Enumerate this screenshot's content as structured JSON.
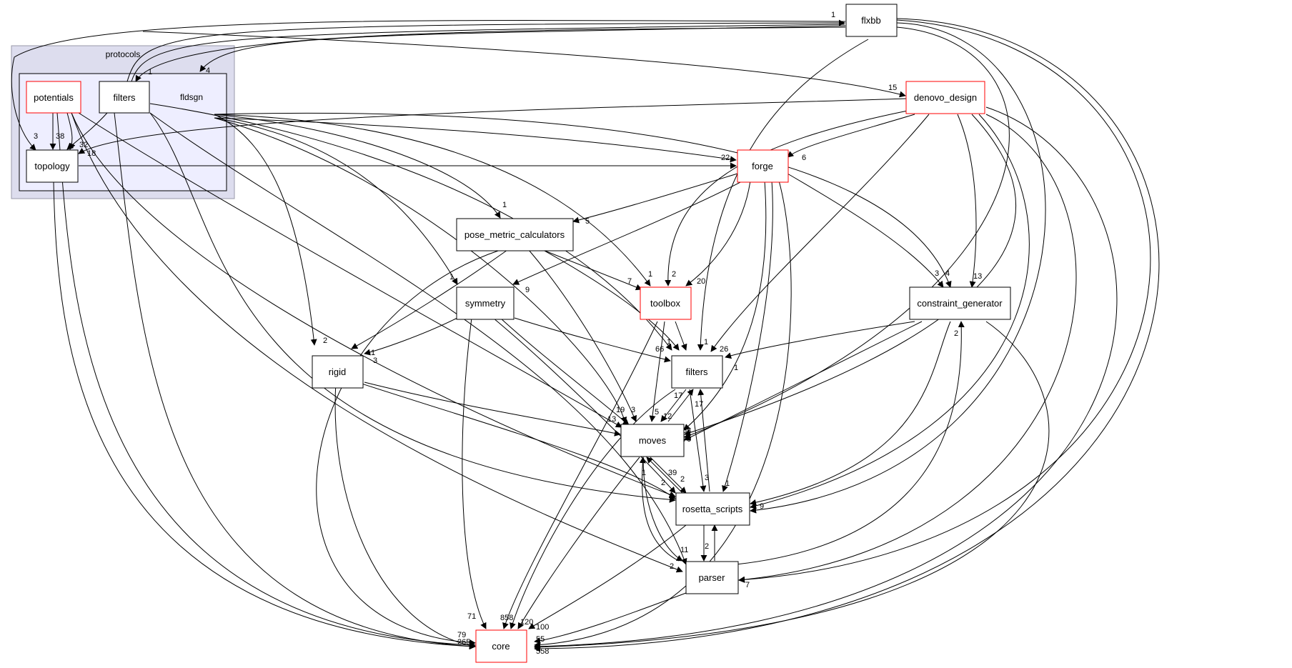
{
  "graph": {
    "clusters": {
      "protocols": {
        "label": "protocols",
        "fill": "#ddddee",
        "stroke": "#9999aa"
      },
      "fldsgn": {
        "label": "fldsgn",
        "fill": "#eeeeff",
        "stroke": "#000000"
      }
    },
    "colors": {
      "node_normal": "#000000",
      "node_truncated": "#ff0000",
      "edge": "#000000"
    },
    "nodes": [
      {
        "id": "potentials",
        "label": "potentials",
        "truncated": true
      },
      {
        "id": "filters_fldsgn",
        "label": "filters",
        "truncated": false
      },
      {
        "id": "topology",
        "label": "topology",
        "truncated": false
      },
      {
        "id": "flxbb",
        "label": "flxbb",
        "truncated": false
      },
      {
        "id": "denovo_design",
        "label": "denovo_design",
        "truncated": true
      },
      {
        "id": "forge",
        "label": "forge",
        "truncated": true
      },
      {
        "id": "pose_metric_calculators",
        "label": "pose_metric_calculators",
        "truncated": false
      },
      {
        "id": "symmetry",
        "label": "symmetry",
        "truncated": false
      },
      {
        "id": "toolbox",
        "label": "toolbox",
        "truncated": true
      },
      {
        "id": "constraint_generator",
        "label": "constraint_generator",
        "truncated": false
      },
      {
        "id": "rigid",
        "label": "rigid",
        "truncated": false
      },
      {
        "id": "filters",
        "label": "filters",
        "truncated": false
      },
      {
        "id": "moves",
        "label": "moves",
        "truncated": false
      },
      {
        "id": "rosetta_scripts",
        "label": "rosetta_scripts",
        "truncated": false
      },
      {
        "id": "parser",
        "label": "parser",
        "truncated": false
      },
      {
        "id": "core",
        "label": "core",
        "truncated": true
      }
    ],
    "edge_labels": [
      {
        "id": "lbl-1-flxbb",
        "text": "1"
      },
      {
        "id": "lbl-1-filtersf",
        "text": "1"
      },
      {
        "id": "lbl-4-fldsgn",
        "text": "4"
      },
      {
        "id": "lbl-3-topology",
        "text": "3"
      },
      {
        "id": "lbl-38",
        "text": "38"
      },
      {
        "id": "lbl-32",
        "text": "32"
      },
      {
        "id": "lbl-18",
        "text": "18"
      },
      {
        "id": "lbl-15",
        "text": "15"
      },
      {
        "id": "lbl-22",
        "text": "22"
      },
      {
        "id": "lbl-6",
        "text": "6"
      },
      {
        "id": "lbl-1-pmc",
        "text": "1"
      },
      {
        "id": "lbl-5-pmc",
        "text": "5"
      },
      {
        "id": "lbl-1-sym",
        "text": "1"
      },
      {
        "id": "lbl-9",
        "text": "9"
      },
      {
        "id": "lbl-7",
        "text": "7"
      },
      {
        "id": "lbl-1-tb",
        "text": "1"
      },
      {
        "id": "lbl-2-tb",
        "text": "2"
      },
      {
        "id": "lbl-20",
        "text": "20"
      },
      {
        "id": "lbl-3-cg",
        "text": "3"
      },
      {
        "id": "lbl-4-cg",
        "text": "4"
      },
      {
        "id": "lbl-13-cg",
        "text": "13"
      },
      {
        "id": "lbl-2-rigid",
        "text": "2"
      },
      {
        "id": "lbl-1-rigid",
        "text": "1"
      },
      {
        "id": "lbl-3-rigid",
        "text": "3"
      },
      {
        "id": "lbl-66",
        "text": "66"
      },
      {
        "id": "lbl-1-f1",
        "text": "1"
      },
      {
        "id": "lbl-1-f2",
        "text": "1"
      },
      {
        "id": "lbl-26",
        "text": "26"
      },
      {
        "id": "lbl-1-f3",
        "text": "1"
      },
      {
        "id": "lbl-17a",
        "text": "17"
      },
      {
        "id": "lbl-17b",
        "text": "17"
      },
      {
        "id": "lbl-19",
        "text": "19"
      },
      {
        "id": "lbl-3-mv",
        "text": "3"
      },
      {
        "id": "lbl-13-mv",
        "text": "13"
      },
      {
        "id": "lbl-5-mv",
        "text": "5"
      },
      {
        "id": "lbl-12",
        "text": "12"
      },
      {
        "id": "lbl-68",
        "text": "68"
      },
      {
        "id": "lbl-70",
        "text": "70"
      },
      {
        "id": "lbl-39",
        "text": "39"
      },
      {
        "id": "lbl-2-rs1",
        "text": "2"
      },
      {
        "id": "lbl-2-rs2",
        "text": "2"
      },
      {
        "id": "lbl-1-rs",
        "text": "1"
      },
      {
        "id": "lbl-3-rs",
        "text": "3"
      },
      {
        "id": "lbl-1-rs2",
        "text": "1"
      },
      {
        "id": "lbl-9-rs",
        "text": "9"
      },
      {
        "id": "lbl-2-cg",
        "text": "2"
      },
      {
        "id": "lbl-1-parser",
        "text": "1"
      },
      {
        "id": "lbl-2-parser",
        "text": "2"
      },
      {
        "id": "lbl-11",
        "text": "11"
      },
      {
        "id": "lbl-2-parser2",
        "text": "2"
      },
      {
        "id": "lbl-7-parser",
        "text": "7"
      },
      {
        "id": "lbl-71",
        "text": "71"
      },
      {
        "id": "lbl-858",
        "text": "858"
      },
      {
        "id": "lbl-120",
        "text": "120"
      },
      {
        "id": "lbl-100",
        "text": "100"
      },
      {
        "id": "lbl-55",
        "text": "55"
      },
      {
        "id": "lbl-558",
        "text": "558"
      },
      {
        "id": "lbl-79",
        "text": "79"
      },
      {
        "id": "lbl-265",
        "text": "265"
      }
    ]
  }
}
